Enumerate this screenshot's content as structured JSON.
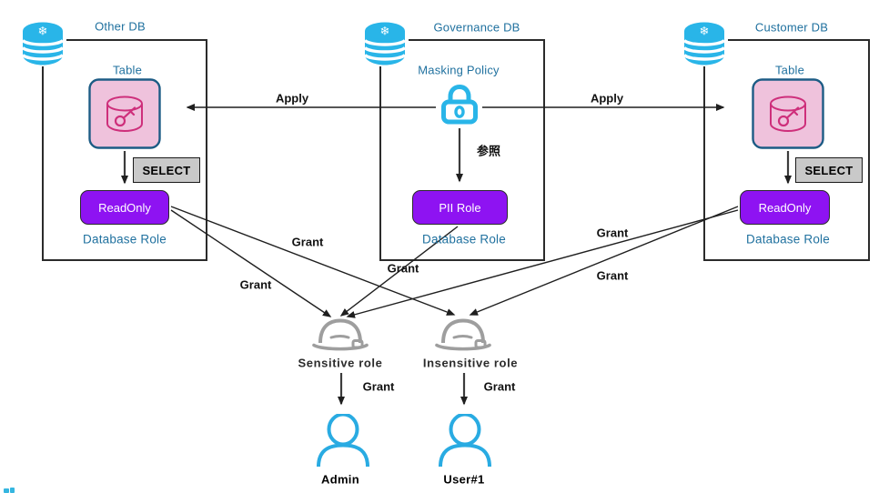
{
  "labels": {
    "apply": "Apply",
    "grant": "Grant",
    "select": "SELECT",
    "reference": "参照"
  },
  "databases": {
    "other": {
      "title": "Other DB",
      "item_label": "Table",
      "role_name": "ReadOnly",
      "role_type": "Database Role"
    },
    "governance": {
      "title": "Governance DB",
      "item_label": "Masking Policy",
      "role_name": "PII Role",
      "role_type": "Database Role"
    },
    "customer": {
      "title": "Customer DB",
      "item_label": "Table",
      "role_name": "ReadOnly",
      "role_type": "Database Role"
    }
  },
  "account_roles": {
    "sensitive": {
      "label": "Sensitive role"
    },
    "insensitive": {
      "label": "Insensitive role"
    }
  },
  "users": {
    "admin": {
      "label": "Admin"
    },
    "user1": {
      "label": "User#1"
    }
  },
  "icons": {
    "database": "snowflake-database-cylinder-icon",
    "table": "database-table-with-key-icon",
    "masking_policy": "padlock-icon",
    "account_role": "hard-hat-helmet-icon",
    "user": "person-outline-icon",
    "snowflake_glyph": "❄"
  },
  "colors": {
    "cyan": "#29B5E8",
    "purple": "#8E13F2",
    "steel_blue": "#20719F",
    "pink_fill": "#EFC2DC",
    "magenta_stroke": "#CE2F7B",
    "icon_border": "#1D5C85",
    "helmet_gray": "#9E9E9E",
    "select_bg": "#C9C9C9",
    "line": "#1f1f1f"
  }
}
